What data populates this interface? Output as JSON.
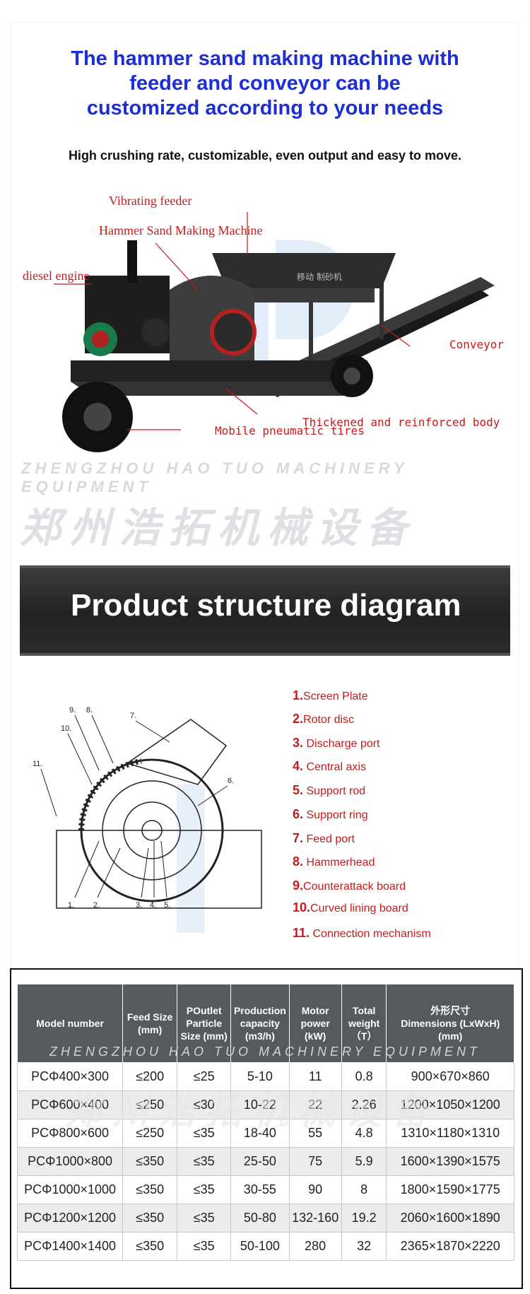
{
  "headline": {
    "line1": "The hammer sand making machine with",
    "line2": "feeder and conveyor can be",
    "line3": "customized according to your needs"
  },
  "subline": "High crushing rate, customizable, even output and easy to move.",
  "photo": {
    "callouts": {
      "vibrating_feeder": "Vibrating feeder",
      "hammer_machine": "Hammer Sand Making Machine",
      "diesel_engine": "diesel engine",
      "conveyor": "Conveyor",
      "body": "Thickened and reinforced body",
      "tires": "Mobile pneumatic tires"
    },
    "machine_plate": "移动 制砂机",
    "watermark_en": "ZHENGZHOU HAO TUO MACHINERY EQUIPMENT",
    "watermark_cn": "郑州浩拓机械设备"
  },
  "banner": {
    "title": "Product structure diagram"
  },
  "diagram": {
    "labels": [
      "1.",
      "2.",
      "3.",
      "4.",
      "5.",
      "6.",
      "7.",
      "8.",
      "9.",
      "10.",
      "11."
    ]
  },
  "parts": [
    {
      "num": "1.",
      "name": "Screen Plate"
    },
    {
      "num": "2.",
      "name": "Rotor disc"
    },
    {
      "num": "3.",
      "name": "Discharge port"
    },
    {
      "num": "4.",
      "name": "Central axis"
    },
    {
      "num": "5.",
      "name": "Support rod"
    },
    {
      "num": "6.",
      "name": "Support ring"
    },
    {
      "num": "7.",
      "name": "Feed port"
    },
    {
      "num": "8.",
      "name": "Hammerhead"
    },
    {
      "num": "9.",
      "name": "Counterattack board"
    },
    {
      "num": "10.",
      "name": "Curved lining board"
    },
    {
      "num": "11.",
      "name": "Connection mechanism"
    }
  ],
  "table": {
    "headers": {
      "model": "Model number",
      "feed": "Feed Size (mm)",
      "outlet": "POutlet Particle Size (mm)",
      "capacity": "Production capacity (m3/h)",
      "power": "Motor power (kW)",
      "weight": "Total weight（T）",
      "dims_cn": "外形尺寸",
      "dims": "Dimensions (LxWxH) (mm)"
    },
    "rows": [
      [
        "PCΦ400×300",
        "≤200",
        "≤25",
        "5-10",
        "11",
        "0.8",
        "900×670×860"
      ],
      [
        "PCΦ600×400",
        "≤250",
        "≤30",
        "10-22",
        "22",
        "2.26",
        "1200×1050×1200"
      ],
      [
        "PCΦ800×600",
        "≤250",
        "≤35",
        "18-40",
        "55",
        "4.8",
        "1310×1180×1310"
      ],
      [
        "PCΦ1000×800",
        "≤350",
        "≤35",
        "25-50",
        "75",
        "5.9",
        "1600×1390×1575"
      ],
      [
        "PCΦ1000×1000",
        "≤350",
        "≤35",
        "30-55",
        "90",
        "8",
        "1800×1590×1775"
      ],
      [
        "PCΦ1200×1200",
        "≤350",
        "≤35",
        "50-80",
        "132-160",
        "19.2",
        "2060×1600×1890"
      ],
      [
        "PCΦ1400×1400",
        "≤350",
        "≤35",
        "50-100",
        "280",
        "32",
        "2365×1870×2220"
      ]
    ],
    "watermark_en": "ZHENGZHOU HAO TUO MACHINERY EQUIPMENT",
    "watermark_cn": "郑州浩拓机械设备"
  },
  "colors": {
    "headline": "#1d2ed6",
    "callout": "#c61a1a",
    "banner": "#2a2a2a",
    "table_header": "#555a5f"
  }
}
